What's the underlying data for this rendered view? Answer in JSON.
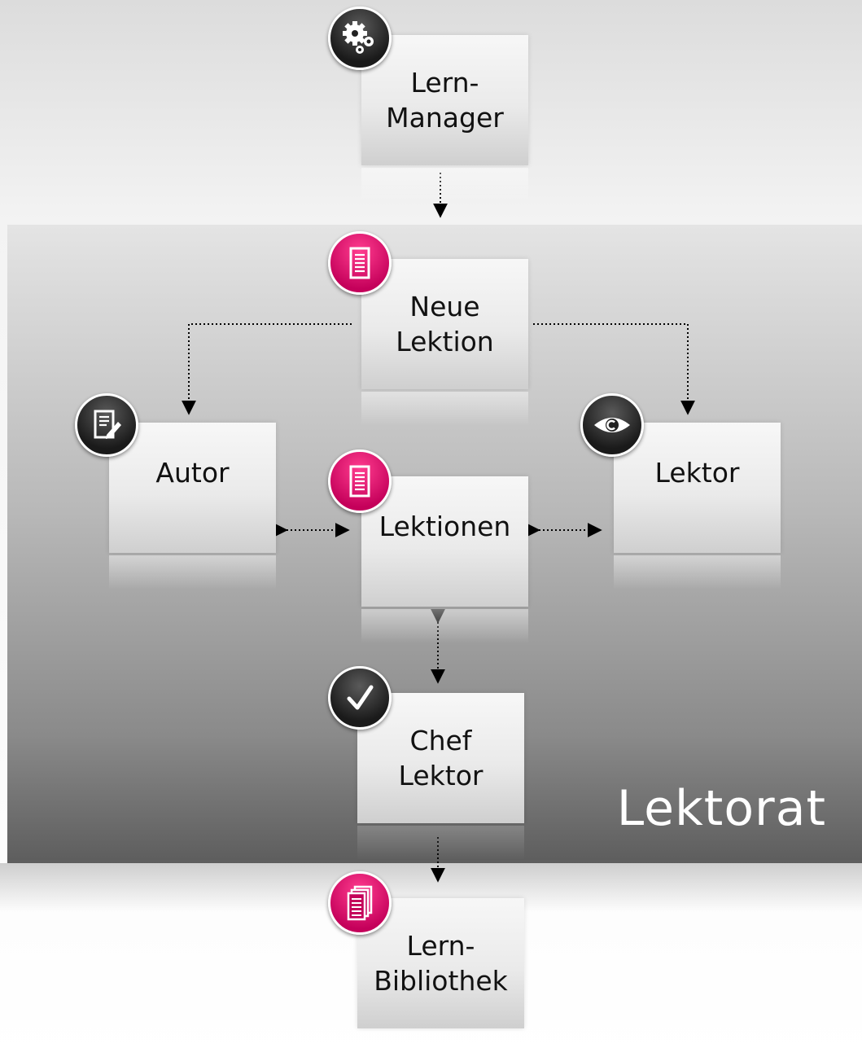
{
  "region": {
    "label": "Lektorat"
  },
  "nodes": {
    "lern_manager": {
      "label": "Lern-\nManager",
      "icon": "gears-icon"
    },
    "neue_lektion": {
      "label": "Neue\nLektion",
      "icon": "document-icon"
    },
    "autor": {
      "label": "Autor",
      "icon": "edit-document-icon"
    },
    "lektionen": {
      "label": "Lektionen",
      "icon": "document-icon"
    },
    "lektor": {
      "label": "Lektor",
      "icon": "eye-icon"
    },
    "chef_lektor": {
      "label": "Chef\nLektor",
      "icon": "checkmark-icon"
    },
    "lern_bibliothek": {
      "label": "Lern-\nBibliothek",
      "icon": "documents-stack-icon"
    }
  },
  "colors": {
    "accent_pink": "#d1005f",
    "dark_badge": "#1a1a1a",
    "region_top": "#e4e4e4",
    "region_bottom": "#5d5d5d"
  }
}
